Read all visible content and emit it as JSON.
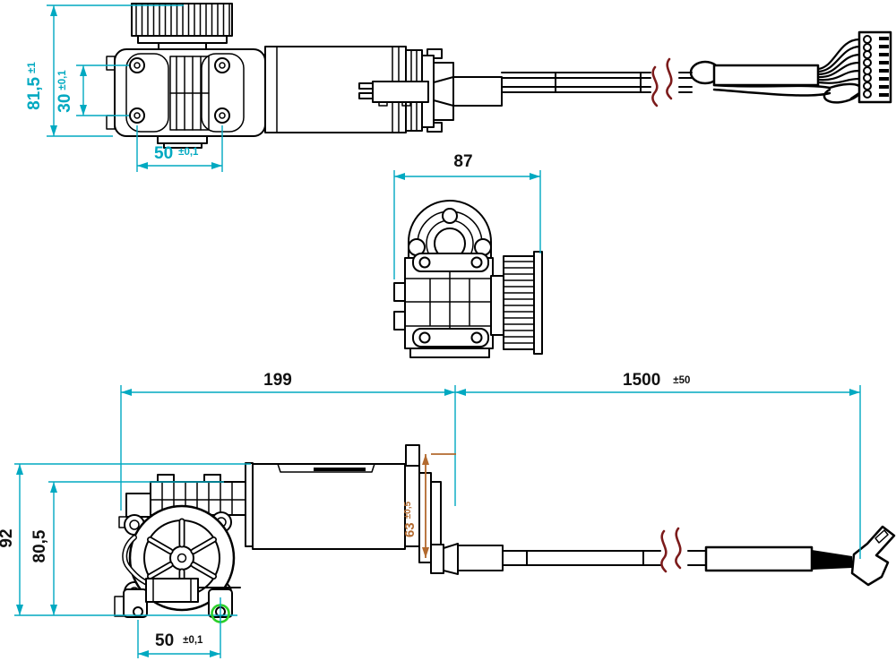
{
  "drawing": {
    "background": "#ffffff",
    "colors": {
      "outline": "#000000",
      "dimension": "#00a9c1",
      "dimension_secondary": "#b2692e",
      "break_symbol": "#7c1b1b",
      "highlight": "#2bd029"
    },
    "views": {
      "top": {
        "dims": {
          "overall_height": {
            "value": "81,5",
            "tol": "±1"
          },
          "hole_spacing_v": {
            "value": "30",
            "tol": "±0,1"
          },
          "hole_spacing_h": {
            "value": "50",
            "tol": "±0,1"
          }
        }
      },
      "front": {
        "dims": {
          "overall_width": {
            "value": "87",
            "tol": ""
          }
        }
      },
      "side": {
        "dims": {
          "body_length": {
            "value": "199",
            "tol": ""
          },
          "cable_length": {
            "value": "1500",
            "tol": "±50"
          },
          "overall_height": {
            "value": "92",
            "tol": ""
          },
          "body_height": {
            "value": "80,5",
            "tol": ""
          },
          "cable_exit_offset": {
            "value": "63",
            "tol": "±0,5"
          },
          "foot_hole_spacing": {
            "value": "50",
            "tol": "±0,1"
          }
        }
      }
    }
  }
}
